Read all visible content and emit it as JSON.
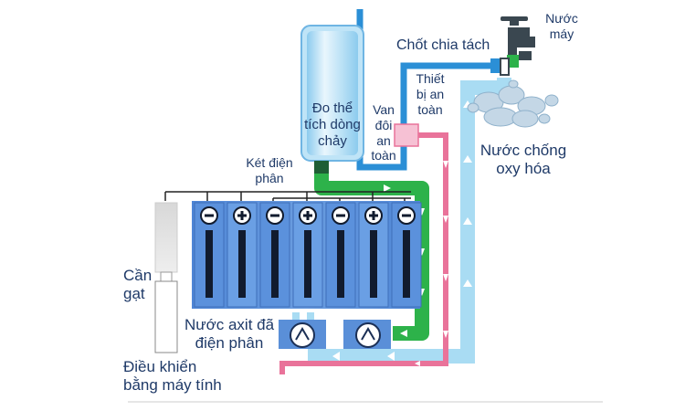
{
  "labels": {
    "flow_meter": [
      "Đo thể",
      "tích dòng",
      "chảy"
    ],
    "electrolytic_cell": [
      "Két điện",
      "phân"
    ],
    "splitter": "Chốt chia tách",
    "tap_water": [
      "Nước",
      "máy"
    ],
    "safety_device": [
      "Thiết",
      "bị an",
      "toàn"
    ],
    "double_safety_valve": [
      "Van",
      "đôi",
      "an",
      "toàn"
    ],
    "antioxidant_water": [
      "Nước chống",
      "oxy hóa"
    ],
    "lever": [
      "Cần",
      "gạt"
    ],
    "acid_water": [
      "Nước axit đã",
      "điện phân"
    ],
    "computer_control": [
      "Điều khiển",
      "bằng máy tính"
    ]
  },
  "electrodes": [
    "minus",
    "plus",
    "minus",
    "plus",
    "minus",
    "plus",
    "minus"
  ],
  "colors": {
    "text": "#1f3a68",
    "pipe_blue": "#2b8fd6",
    "pipe_light_blue": "#a9dcf3",
    "pipe_green": "#2db24a",
    "pipe_pink": "#e9739a",
    "cell_blue": "#5a8fd8",
    "tank": "#9fd3f0",
    "faucet": "#3a4750"
  }
}
